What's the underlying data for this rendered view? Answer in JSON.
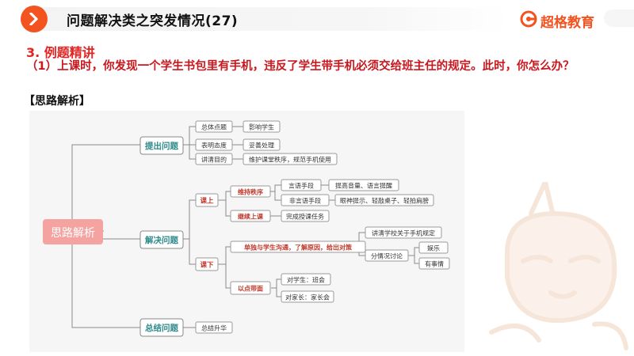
{
  "header": {
    "title": "问题解决类之突发情况(27)",
    "logo_text": "超格教育",
    "accent_color": "#f2531f",
    "arrow_icon": "chevron-right-icon"
  },
  "section": {
    "title": "3. 例题精讲",
    "question": "（1）上课时，你发现一个学生书包里有手机，违反了学生带手机必须交给班主任的规定。此时，你怎么办？",
    "analysis_label": "【思路解析】"
  },
  "mindmap": {
    "root": "思路解析",
    "branches": {
      "b1": {
        "label": "提出问题",
        "c1": {
          "label": "总体点题",
          "d": "影响学生"
        },
        "c2": {
          "label": "表明态度",
          "d": "妥善处理"
        },
        "c3": {
          "label": "讲清目的",
          "d": "维护课堂秩序，规范手机使用"
        }
      },
      "b2": {
        "label": "解决问题",
        "class": {
          "label": "课上",
          "keep": {
            "label": "维持秩序",
            "verbal": {
              "label": "言语手段",
              "d": "提高音量、语言提醒"
            },
            "nonverbal": {
              "label": "非言语手段",
              "d": "眼神提示、轻敲桌子、轻拍肩膀"
            }
          },
          "cont": {
            "label": "继续上课",
            "d": "完成授课任务"
          }
        },
        "after": {
          "label": "课下",
          "talk": {
            "label": "单独与学生沟通，了解原因，给出对策",
            "rule": "讲清学校关于手机规定",
            "discuss": "分情况讨论",
            "fun": "娱乐",
            "matter": "有事情"
          },
          "point": {
            "label": "以点带面",
            "stu": "对学生：班会",
            "par": "对家长：家长会"
          }
        }
      },
      "b3": {
        "label": "总结问题",
        "c1": "总结升华"
      }
    },
    "colors": {
      "root_fill": "#f4a3a0",
      "branch_text": "#2e8b8b",
      "red_text": "#c0392b",
      "line": "#8a8a8a"
    }
  }
}
